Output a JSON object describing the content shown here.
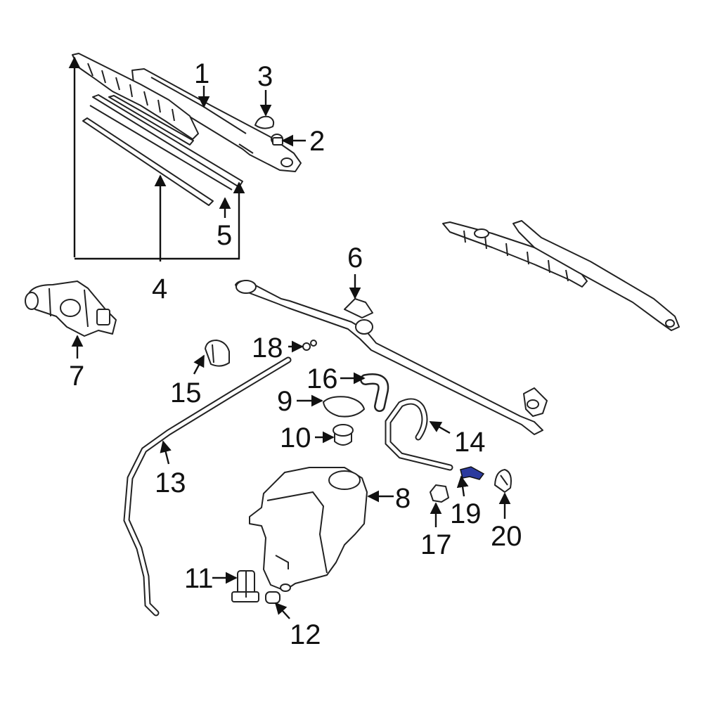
{
  "diagram": {
    "highlight_color": "#2b3a9e",
    "line_color": "#222222",
    "callouts": [
      {
        "id": "1",
        "label": "1"
      },
      {
        "id": "2",
        "label": "2"
      },
      {
        "id": "3",
        "label": "3"
      },
      {
        "id": "4",
        "label": "4"
      },
      {
        "id": "5",
        "label": "5"
      },
      {
        "id": "6",
        "label": "6"
      },
      {
        "id": "7",
        "label": "7"
      },
      {
        "id": "8",
        "label": "8"
      },
      {
        "id": "9",
        "label": "9"
      },
      {
        "id": "10",
        "label": "10"
      },
      {
        "id": "11",
        "label": "11"
      },
      {
        "id": "12",
        "label": "12"
      },
      {
        "id": "13",
        "label": "13"
      },
      {
        "id": "14",
        "label": "14"
      },
      {
        "id": "15",
        "label": "15"
      },
      {
        "id": "16",
        "label": "16"
      },
      {
        "id": "17",
        "label": "17"
      },
      {
        "id": "18",
        "label": "18"
      },
      {
        "id": "19",
        "label": "19"
      },
      {
        "id": "20",
        "label": "20"
      }
    ]
  }
}
